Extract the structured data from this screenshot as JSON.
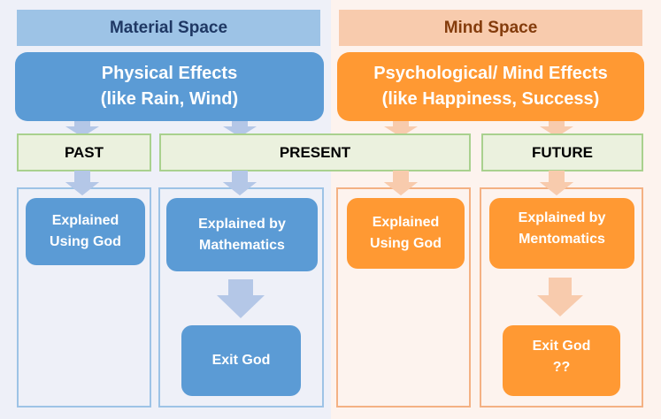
{
  "spaces": {
    "material": {
      "label": "Material Space",
      "color": "#9dc3e6",
      "text_color": "#1f3864"
    },
    "mind": {
      "label": "Mind Space",
      "color": "#f8cbad",
      "text_color": "#843c0c"
    }
  },
  "effects": {
    "physical": {
      "line1": "Physical Effects",
      "line2": "(like Rain, Wind)",
      "color": "#5b9bd5"
    },
    "mind": {
      "line1": "Psychological/ Mind Effects",
      "line2": "(like Happiness, Success)",
      "color": "#ff9933"
    }
  },
  "timeline": {
    "past": "PAST",
    "present": "PRESENT",
    "future": "FUTURE"
  },
  "nodes": {
    "past_material": {
      "line1": "Explained",
      "line2": "Using God"
    },
    "present_material": {
      "line1": "Explained by",
      "line2": "Mathematics"
    },
    "present_material_exit": {
      "line1": "Exit God"
    },
    "present_mind": {
      "line1": "Explained",
      "line2": "Using God"
    },
    "future_mind": {
      "line1": "Explained by",
      "line2": "Mentomatics"
    },
    "future_mind_exit": {
      "line1": "Exit God",
      "line2": "??"
    }
  },
  "colors": {
    "material_bg": "#eef0f8",
    "mind_bg": "#fdf3ee",
    "blue_arrow": "#b4c7e7",
    "orange_arrow": "#f8cbad",
    "time_fill": "#ebf1de",
    "time_border": "#a9d18e"
  }
}
